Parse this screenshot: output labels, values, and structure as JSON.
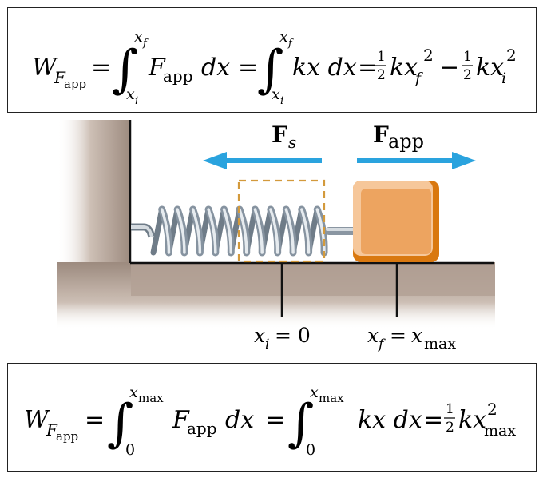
{
  "equation_top": {
    "lhs": "W",
    "lhs_sub": "F",
    "lhs_subsub": "app",
    "eq": "=",
    "int_upper": "x",
    "int_upper_sub": "f",
    "int_lower": "x",
    "int_lower_sub": "i",
    "term1": "F",
    "term1_sub": "app",
    "term1_d": "dx",
    "term2": "kx dx",
    "half_num": "1",
    "half_den": "2",
    "kx": "kx",
    "f": "f",
    "i": "i",
    "sq": "2",
    "minus": "−"
  },
  "diagram": {
    "force_spring": "F",
    "force_spring_sub": "s",
    "force_applied": "F",
    "force_applied_sub": "app",
    "label_xi": "x",
    "label_xi_sub": "i",
    "label_xi_value": "= 0",
    "label_xf": "x",
    "label_xf_sub": "f",
    "label_xf_eq": "=",
    "label_xmax": "x",
    "label_xmax_sub": "max",
    "colors": {
      "arrow": "#2aa3de",
      "block": "#eda460",
      "block_edge": "#d9780f",
      "wall": "#b5a59a",
      "floor": "#a89488",
      "spring": "#9aa7b3",
      "dashed_box": "#d39a3c"
    }
  },
  "equation_bottom": {
    "lhs": "W",
    "lhs_sub": "F",
    "lhs_subsub": "app",
    "eq": "=",
    "int_upper": "x",
    "int_upper_sub": "max",
    "int_lower": "0",
    "term1": "F",
    "term1_sub": "app",
    "term1_d": "dx",
    "term2": "kx dx",
    "half_num": "1",
    "half_den": "2",
    "kx": "kx",
    "sq": "2",
    "max": "max"
  }
}
